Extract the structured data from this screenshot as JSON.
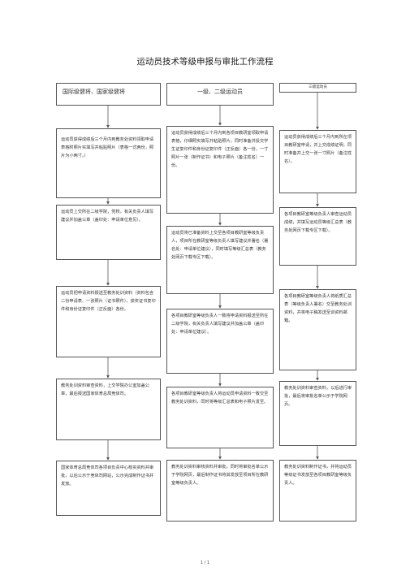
{
  "title": "运动员技术等级申报与审批工作流程",
  "columns": [
    {
      "header": "国际级健将、国家级健将",
      "steps": [
        "运动员获得成绩后三个月内到教务处资料领取申请表格附照片实填写并粘贴照片（表格一式两份，照片为小两寸。）",
        "运动员上交所在二级学院，党校，有关负责人填写建议并加盖公章（盖印处：申请单位意见）。",
        "运动员把申请资料报送至教务处训资料（资料包含二份申请表、一张照片（证书照件），获奖证书复印件和身份证复印件（正反面）各份。",
        "教务处训资料审查资料，上交学院办公室加盖公章，最后报送国家体育总局竞体司。",
        "国家体育总局竞体司各项目负责中心核实资料并审批，以后公示于竞体司网站，公示完成制作证书并发放。"
      ]
    },
    {
      "header": "一级、二级运动员",
      "steps": [
        "运动员获得成绩后三个月内到各项目教研室领取申请表格，仔细照实填写并粘贴照片，同时准备并投交学生证复印件和身份证复印件（正反面）各一份，一寸照片一张（制作证书）和电子照片（备注姓名）一份。",
        "运动员将已准备资料上交至各项目教研室等级负责人，项目所在教研室等级负责人填写建议并署名（署名处：申请单位建议），同时填写等级汇总表（教务处网页下载专区下载）。",
        "各项目教研室等级负责人一致将申请资料报送至所在二级学院，有关负责人填写建议并加盖公章（盖印处：申请单位建议）。",
        "各项目教研室等级负责人将运动员申请资料一致交至教务处训资料，同时将等级汇总表和电子照片发至。",
        "教务处训资料审核资料并审批，同时将审批名单公示于学院网页，最后制作证书将其发放至项目所在教研室等级负责人。"
      ]
    },
    {
      "header": "三级运动员",
      "steps": [
        "运动员获得成绩后三个月内到所在项目教研室申请，并上交成绩证明，同时准备并上交一张一寸照片（备注姓名）。",
        "各项目教研室等级负责人审查运动员成绩，并填写运动员等级汇总表（教务处网页下载专区下载）。",
        "各项目教研室等级负责人将纸质汇总表（等级负责人署名）交至教务处训资料，并将电子稿发送至训资料邮箱。",
        "教务处训资料审查资料，以后进行审批，最后将审批名单公示于学院网页。",
        "教务处训资料制作证书，并将运动员等级证书发放至各项目教研室等级负责人。"
      ]
    }
  ],
  "footer": "1 / 1"
}
